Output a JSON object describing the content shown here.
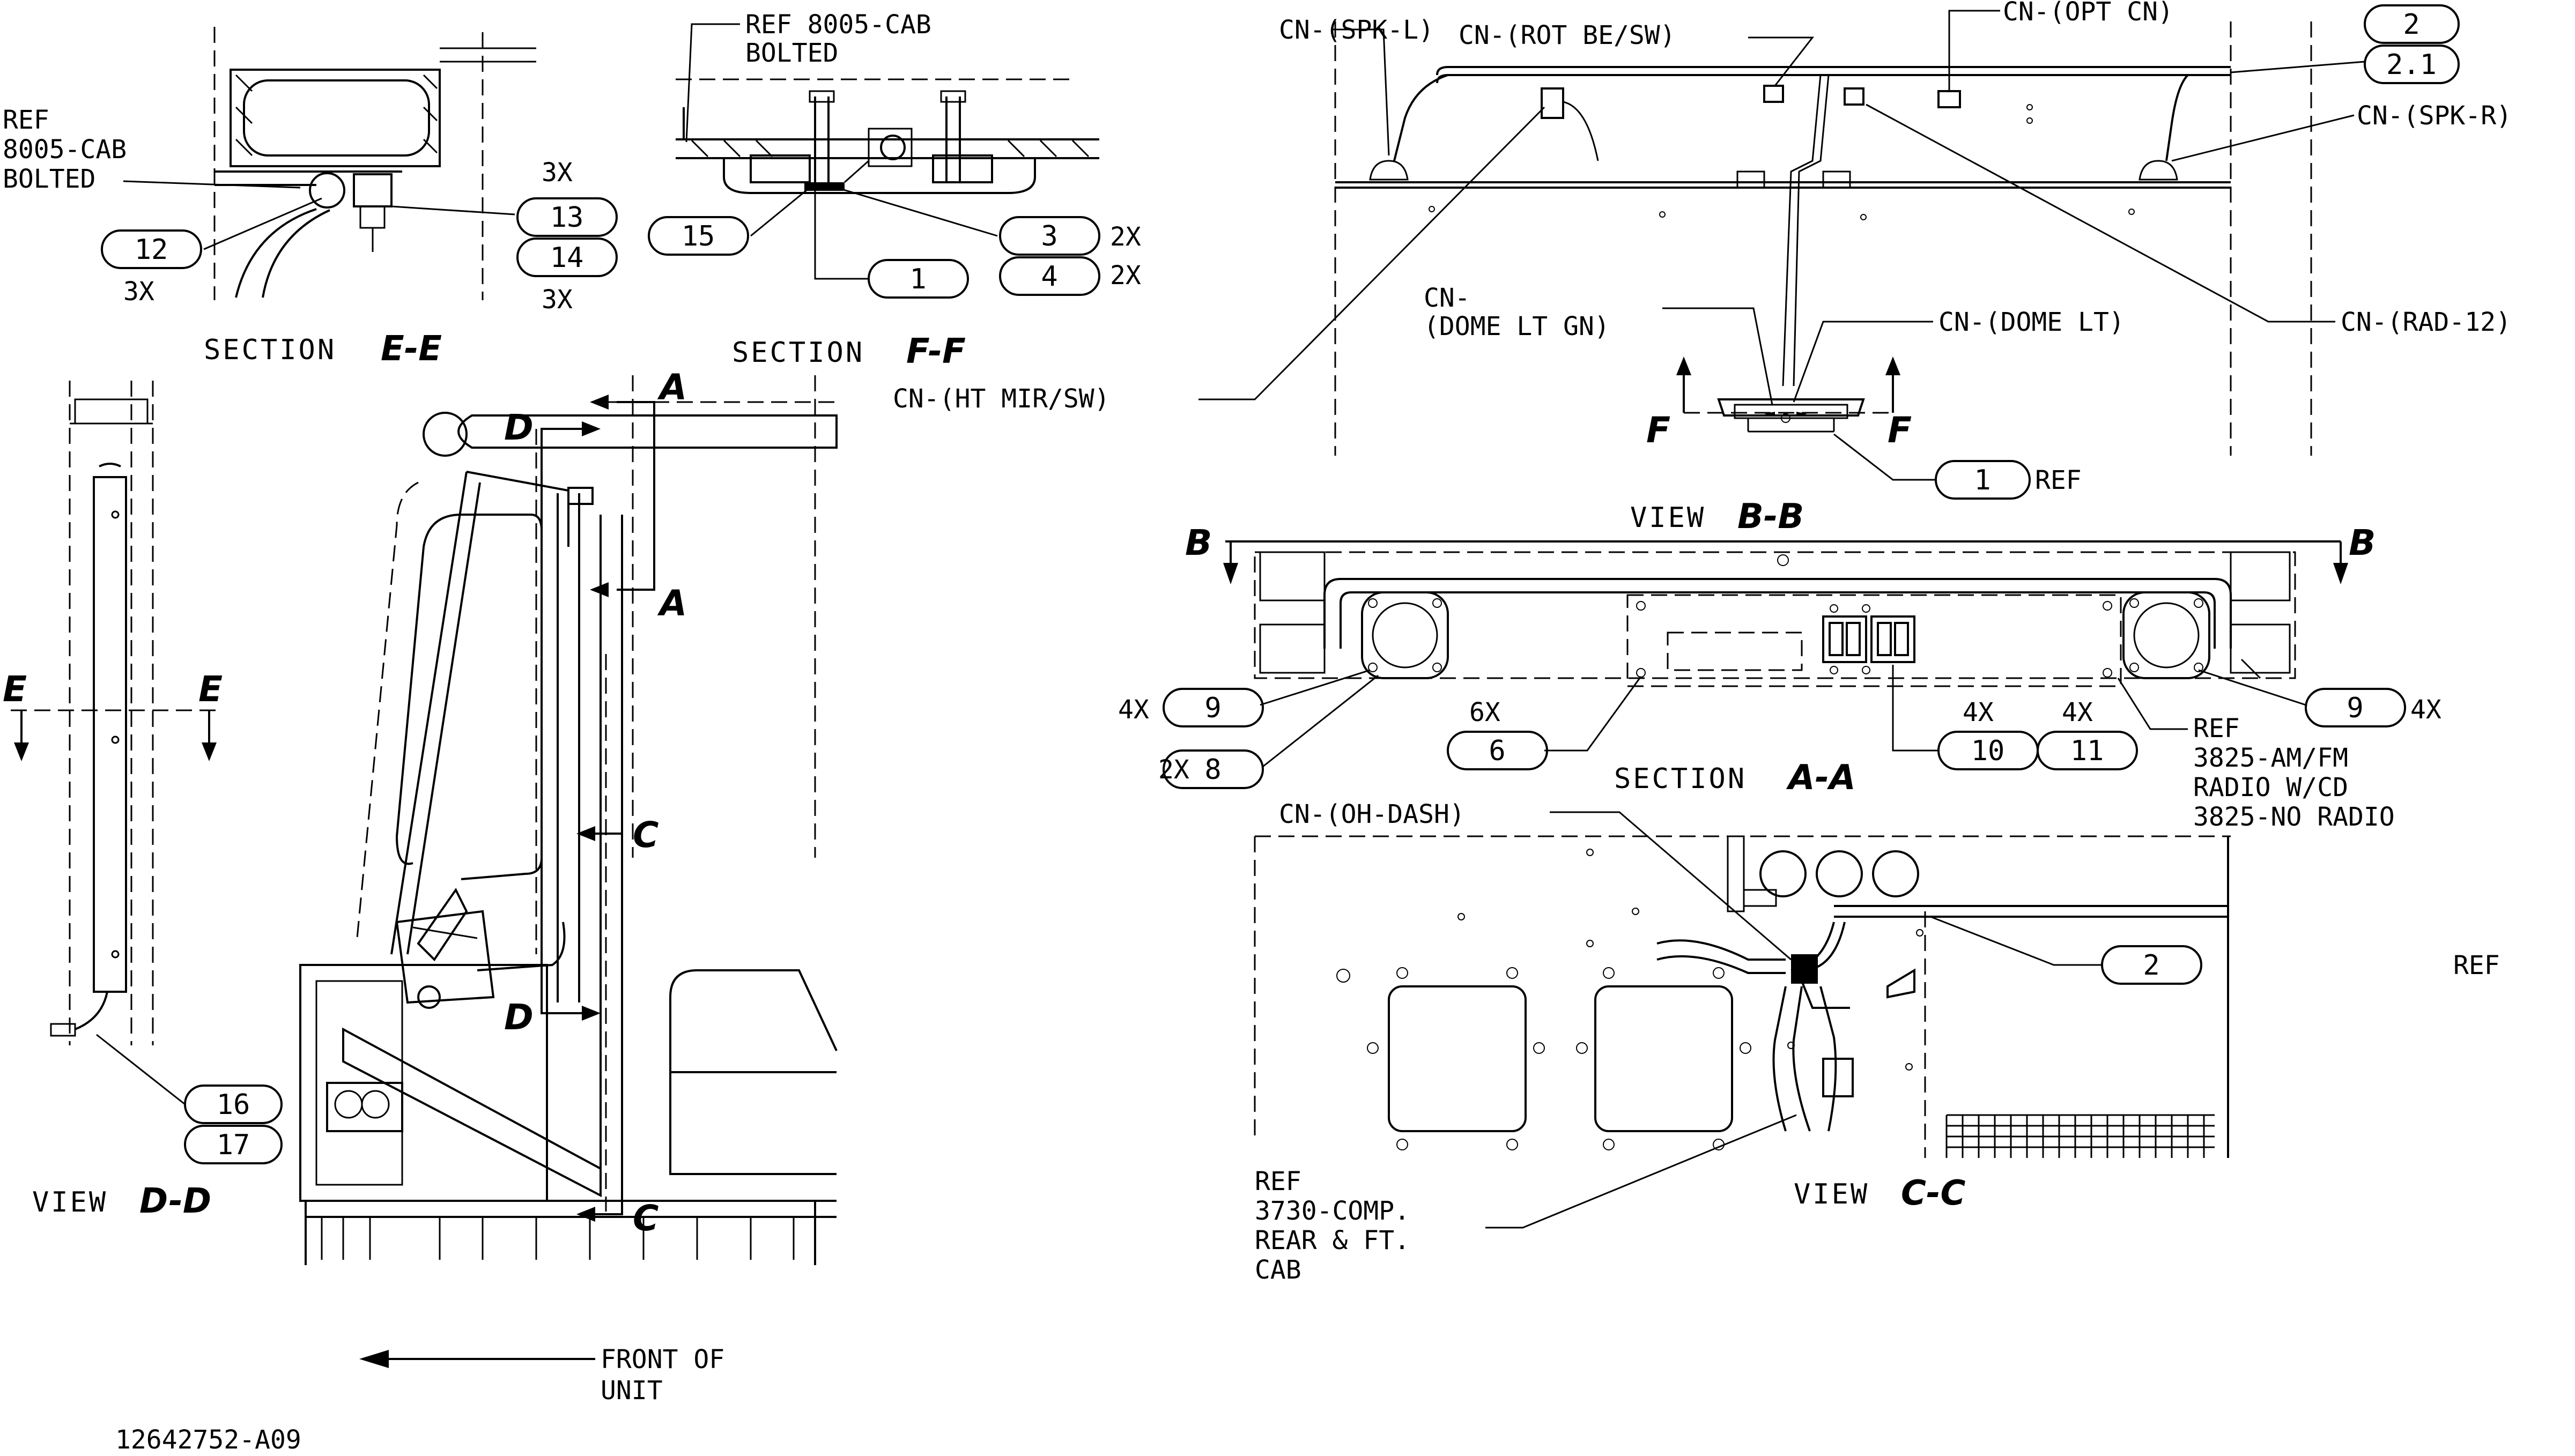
{
  "drawing_number": "12642752-A09",
  "front_of_unit": [
    "FRONT OF",
    "UNIT"
  ],
  "section_labels": {
    "ee": {
      "word": "SECTION",
      "letters": "E-E"
    },
    "ff": {
      "word": "SECTION",
      "letters": "F-F"
    },
    "aa": {
      "word": "SECTION",
      "letters": "A-A"
    },
    "bb": {
      "word": "VIEW",
      "letters": "B-B"
    },
    "cc": {
      "word": "VIEW",
      "letters": "C-C"
    },
    "dd": {
      "word": "VIEW",
      "letters": "D-D"
    }
  },
  "cut_letters": {
    "a": "A",
    "b": "B",
    "c": "C",
    "d": "D",
    "e": "E",
    "f": "F"
  },
  "refs": {
    "cab_bolted_ee": [
      "REF",
      "8005-CAB",
      "BOLTED"
    ],
    "cab_bolted_ff": [
      "REF 8005-CAB",
      "BOLTED"
    ],
    "radio": [
      "REF",
      "3825-AM/FM",
      "RADIO W/CD",
      "3825-NO RADIO"
    ],
    "comp": [
      "REF",
      "3730-COMP.",
      "REAR & FT.",
      "CAB"
    ],
    "ref_suffix": "REF"
  },
  "connectors": {
    "spk_l": "CN-(SPK-L)",
    "rot_be_sw": "CN-(ROT BE/SW)",
    "opt_cn": "CN-(OPT CN)",
    "spk_r": "CN-(SPK-R)",
    "rad_12": "CN-(RAD-12)",
    "dome_lt_gn": [
      "CN-",
      "(DOME LT GN)"
    ],
    "dome_lt": "CN-(DOME LT)",
    "ht_mir_sw": "CN-(HT MIR/SW)",
    "oh_dash": "CN-(OH-DASH)"
  },
  "quantities": {
    "x2": "2X",
    "x3": "3X",
    "x4": "4X",
    "x6": "6X"
  },
  "callouts": {
    "b1": "1",
    "b2": "2",
    "b2_1": "2.1",
    "b3": "3",
    "b4": "4",
    "b6": "6",
    "b8": "8",
    "b9": "9",
    "b10": "10",
    "b11": "11",
    "b12": "12",
    "b13": "13",
    "b14": "14",
    "b15": "15",
    "b16": "16",
    "b17": "17"
  }
}
